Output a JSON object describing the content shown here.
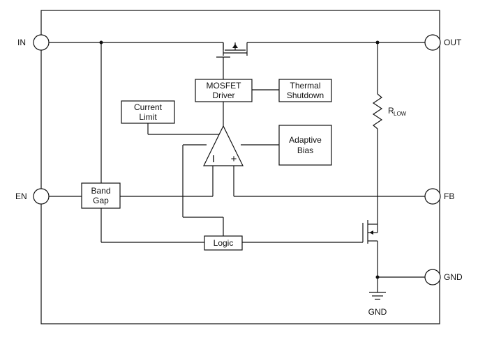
{
  "pins": {
    "in": "IN",
    "en": "EN",
    "out": "OUT",
    "fb": "FB",
    "gnd": "GND"
  },
  "blocks": {
    "mosfet_driver": [
      "MOSFET",
      "Driver"
    ],
    "thermal_shutdown": [
      "Thermal",
      "Shutdown"
    ],
    "current_limit": [
      "Current",
      "Limit"
    ],
    "adaptive_bias": [
      "Adaptive",
      "Bias"
    ],
    "band_gap": [
      "Band",
      "Gap"
    ],
    "logic": "Logic"
  },
  "amplifier": {
    "minus": "I",
    "plus": "+"
  },
  "resistor": {
    "label": "R",
    "subscript": "LOW"
  },
  "ground_symbol": "GND",
  "colors": {
    "line": "#111111",
    "background": "#ffffff"
  }
}
